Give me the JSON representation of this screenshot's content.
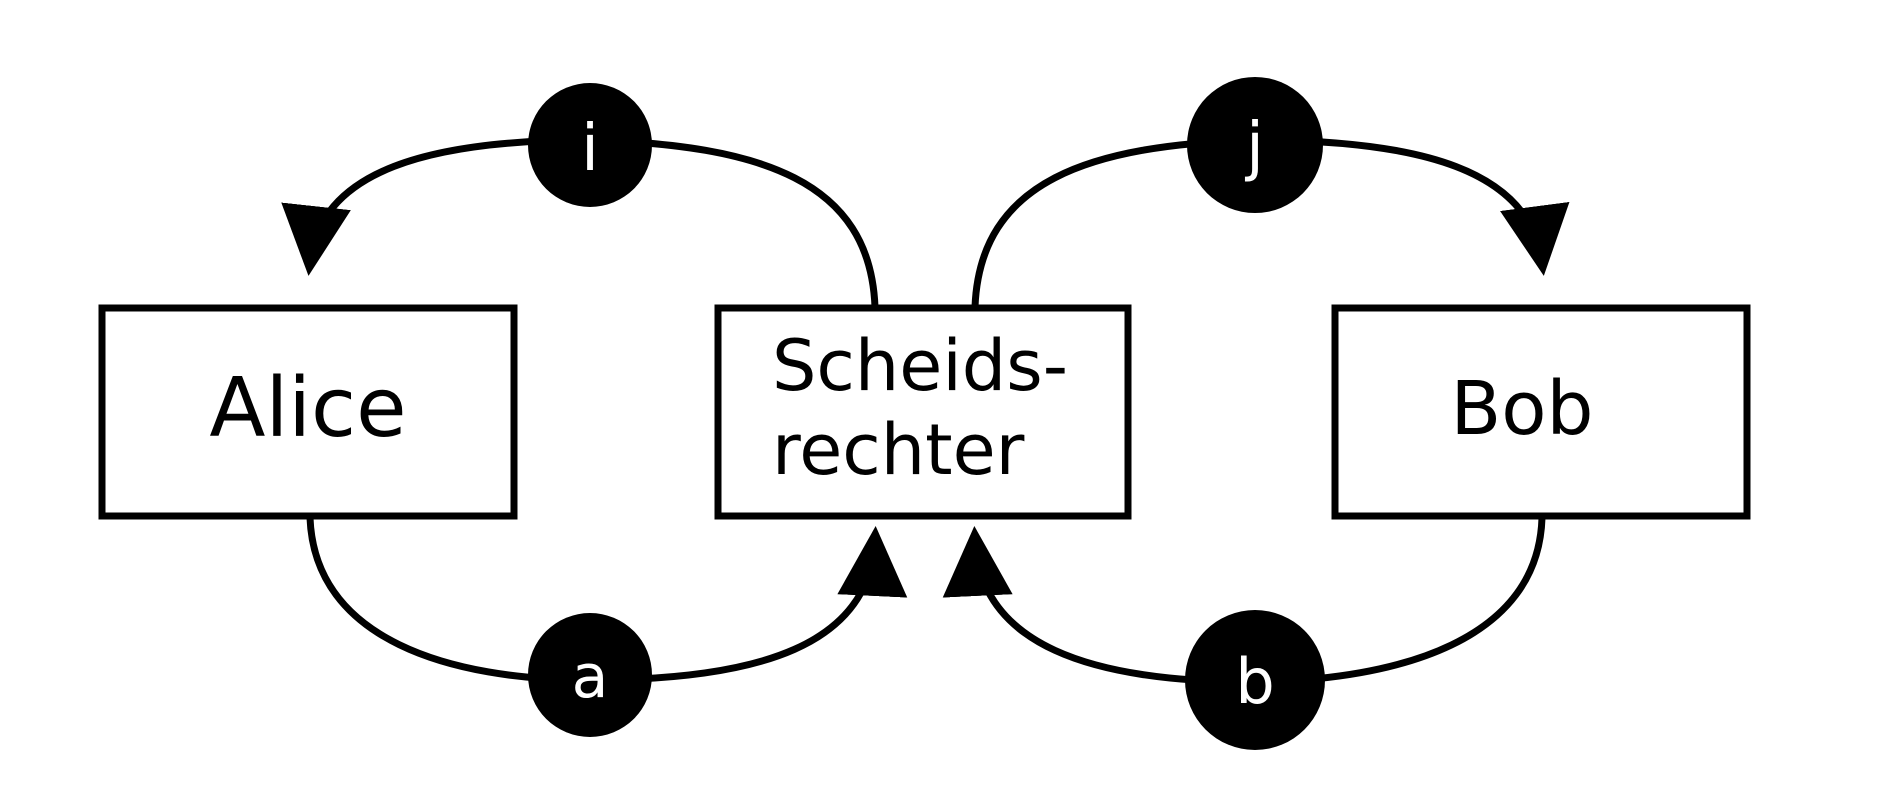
{
  "boxes": {
    "alice": "Alice",
    "referee_line1": "Scheids-",
    "referee_line2": "rechter",
    "bob": "Bob"
  },
  "nodes": {
    "i": "i",
    "j": "j",
    "a": "a",
    "b": "b"
  },
  "colors": {
    "stroke": "#000000",
    "node_fill": "#000000",
    "node_text": "#ffffff",
    "background": "#ffffff"
  }
}
